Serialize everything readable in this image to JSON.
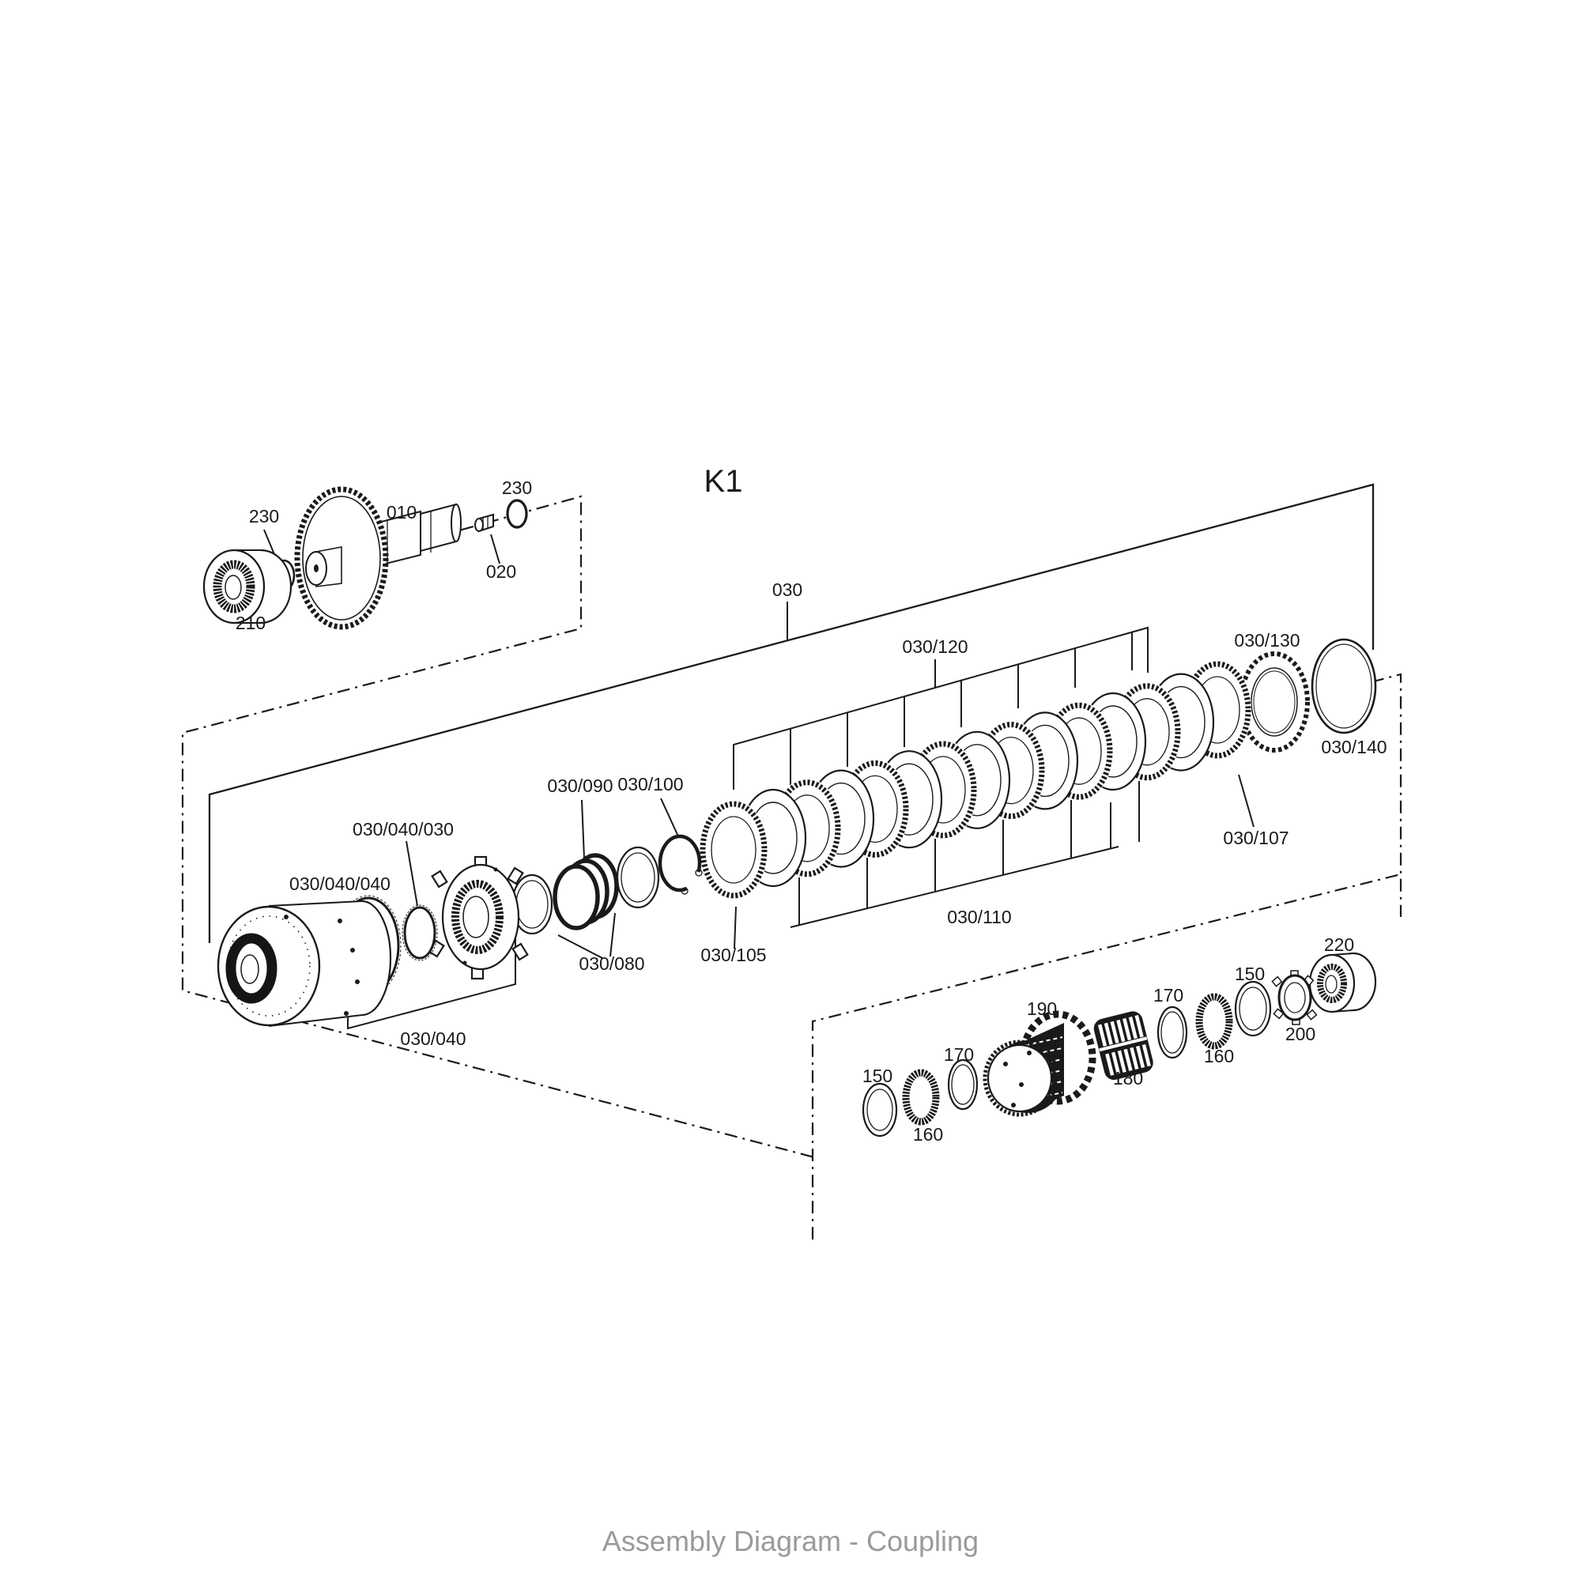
{
  "diagram": {
    "title": "K1",
    "caption": "Assembly Diagram - Coupling",
    "colors": {
      "line": "#1a1a1a",
      "caption_text": "#9a9a9a",
      "background": "#ffffff"
    },
    "labels": [
      {
        "id": "230-left",
        "text": "230"
      },
      {
        "id": "010",
        "text": "010"
      },
      {
        "id": "230-right",
        "text": "230"
      },
      {
        "id": "020",
        "text": "020"
      },
      {
        "id": "210",
        "text": "210"
      },
      {
        "id": "030",
        "text": "030"
      },
      {
        "id": "030-120",
        "text": "030/120"
      },
      {
        "id": "030-130",
        "text": "030/130"
      },
      {
        "id": "030-140",
        "text": "030/140"
      },
      {
        "id": "030-100",
        "text": "030/100"
      },
      {
        "id": "030-040-030",
        "text": "030/040/030"
      },
      {
        "id": "030-090",
        "text": "030/090"
      },
      {
        "id": "030-040-040",
        "text": "030/040/040"
      },
      {
        "id": "030-080",
        "text": "030/080"
      },
      {
        "id": "030-105",
        "text": "030/105"
      },
      {
        "id": "030-110",
        "text": "030/110"
      },
      {
        "id": "030-107",
        "text": "030/107"
      },
      {
        "id": "030-040",
        "text": "030/040"
      },
      {
        "id": "150-left",
        "text": "150"
      },
      {
        "id": "160-left",
        "text": "160"
      },
      {
        "id": "170-left",
        "text": "170"
      },
      {
        "id": "190",
        "text": "190"
      },
      {
        "id": "180",
        "text": "180"
      },
      {
        "id": "170-right",
        "text": "170"
      },
      {
        "id": "160-right",
        "text": "160"
      },
      {
        "id": "150-right",
        "text": "150"
      },
      {
        "id": "200",
        "text": "200"
      },
      {
        "id": "220",
        "text": "220"
      }
    ]
  }
}
